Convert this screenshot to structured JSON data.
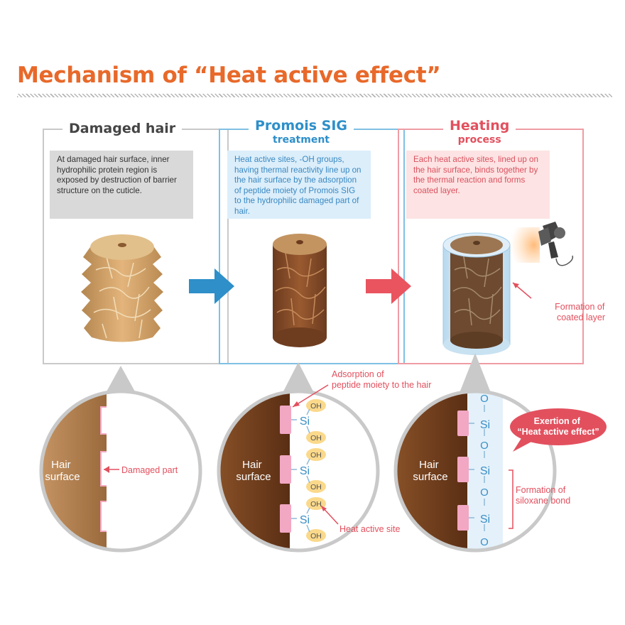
{
  "title": "Mechanism of “Heat active effect”",
  "panels": [
    {
      "title": "Damaged hair",
      "subtitle": "",
      "description": "At damaged hair surface, inner hydrophilic protein region is exposed by destruction of barrier structure on the cuticle.",
      "title_color": "#454545",
      "box_color": "#d9d9d9"
    },
    {
      "title": "Promois SIG",
      "subtitle": "treatment",
      "description": "Heat active sites, -OH groups, having thermal reactivity line up on the hair surface by the adsorption of peptide moiety of Promois SIG to the hydrophilic damaged part of hair.",
      "title_color": "#2e8fc9",
      "box_color": "#dbeefa"
    },
    {
      "title": "Heating",
      "subtitle": "process",
      "description": "Each heat active sites, lined up on the hair surface, binds together by the thermal reaction and forms coated layer.",
      "title_color": "#e2505e",
      "box_color": "#fde3e3"
    }
  ],
  "labels": {
    "formation_coated": [
      "Formation of",
      "coated layer"
    ],
    "adsorption": [
      "Adsorption of",
      "peptide moiety to the hair"
    ],
    "hair_surface": [
      "Hair",
      "surface"
    ],
    "damaged_part": "Damaged part",
    "heat_active_site": "Heat active site",
    "exertion": [
      "Exertion of",
      "“Heat active effect”"
    ],
    "siloxane": [
      "Formation of",
      "siloxane bond"
    ],
    "oh": "OH",
    "si": "Si",
    "o": "O"
  },
  "colors": {
    "accent": "#e8692a",
    "blue_arrow": "#2e8fc9",
    "red_arrow": "#e9545f",
    "label_red": "#e2505e",
    "pad_pink": "#f2a7c3",
    "oh_yellow": "#fbd98b",
    "si_blue": "#3a8fc6"
  }
}
